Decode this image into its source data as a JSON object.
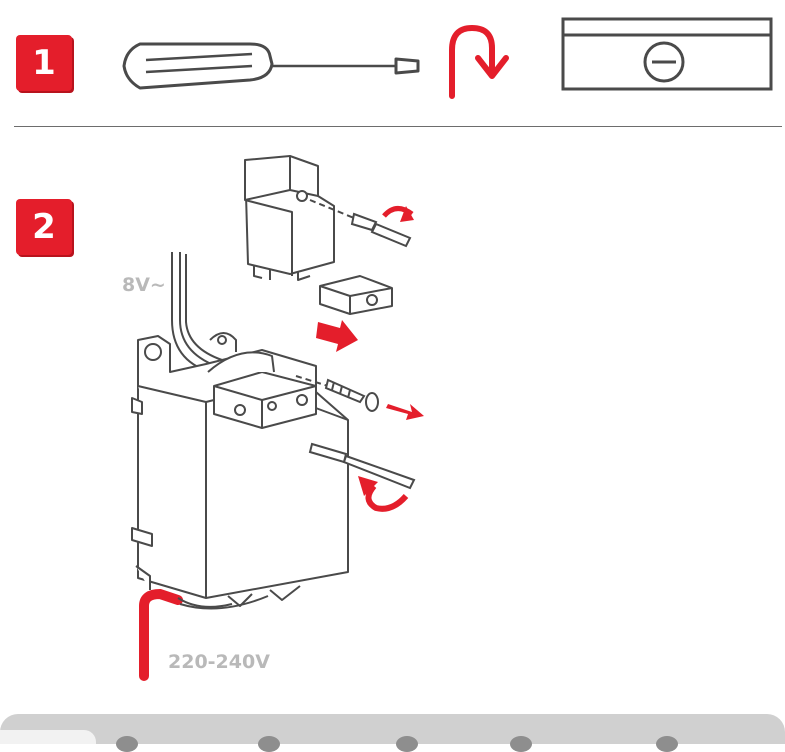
{
  "steps": [
    {
      "number": "1"
    },
    {
      "number": "2"
    }
  ],
  "labels": {
    "low_voltage": "8V~",
    "mains_voltage": "220-240V"
  },
  "colors": {
    "accent": "#e41e2b",
    "line": "#4a4a4a",
    "label_gray": "#b9b9b9",
    "bar_gray": "#d0d0d0"
  },
  "icons": [
    "screwdriver-icon",
    "rotate-arrow-icon",
    "screw-slot-icon",
    "push-arrow-icon"
  ]
}
